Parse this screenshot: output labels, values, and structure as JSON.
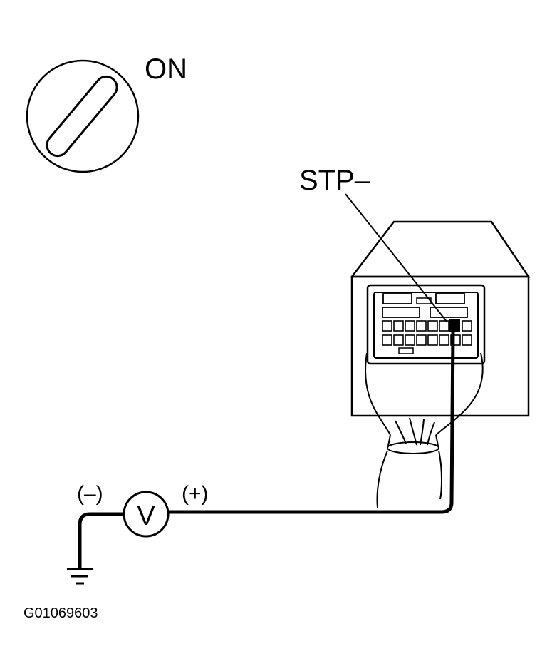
{
  "ignition": {
    "state_label": "ON"
  },
  "terminal": {
    "label": "STP–"
  },
  "meter": {
    "symbol": "V",
    "negative_label": "(–)",
    "positive_label": "(+)"
  },
  "figure": {
    "code": "G01069603"
  },
  "icons": [
    "ignition-key-icon",
    "ground-icon",
    "voltmeter-icon"
  ],
  "colors": {
    "line": "#000000",
    "background": "#ffffff"
  }
}
